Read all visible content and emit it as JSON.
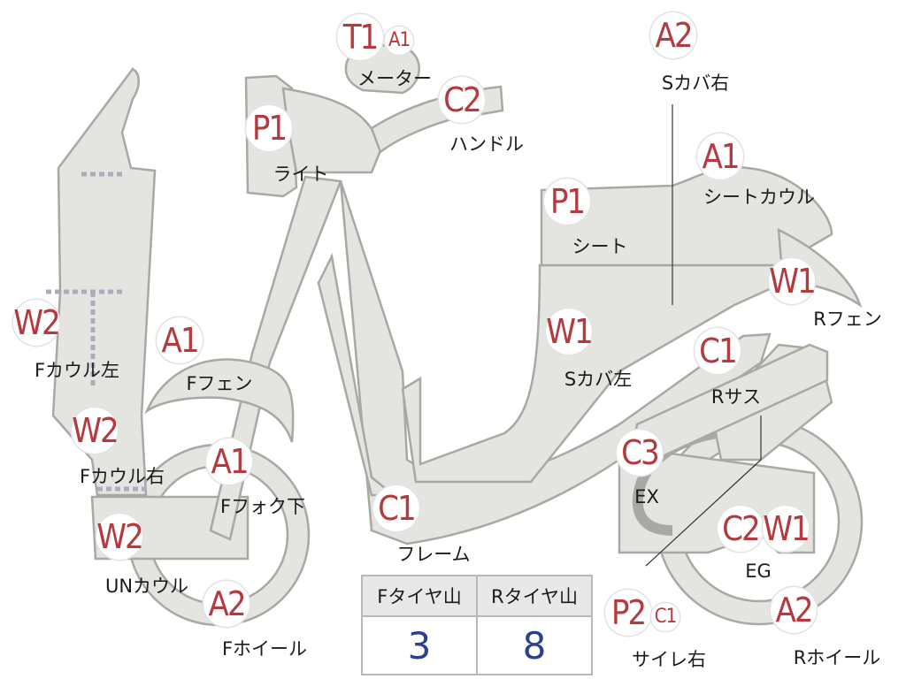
{
  "parts": [
    {
      "id": "front-fender",
      "code": "A1",
      "label": "Fフェン"
    },
    {
      "id": "fork-lower",
      "code": "A1",
      "label": "Fフォク下"
    },
    {
      "id": "front-wheel",
      "code": "A2",
      "label": "Fホイール"
    },
    {
      "id": "meter",
      "code": "T1",
      "code2": "A1",
      "label": "メーター"
    },
    {
      "id": "light",
      "code": "P1",
      "label": "ライト"
    },
    {
      "id": "handle",
      "code": "C2",
      "label": "ハンドル"
    },
    {
      "id": "cowl-left",
      "code": "W2",
      "label": "Fカウル左"
    },
    {
      "id": "cowl-right",
      "code": "W2",
      "label": "Fカウル右"
    },
    {
      "id": "under-cowl",
      "code": "W2",
      "label": "UNカウル"
    },
    {
      "id": "frame",
      "code": "C1",
      "label": "フレーム"
    },
    {
      "id": "side-cover-right",
      "code": "A2",
      "label": "Sカバ右"
    },
    {
      "id": "seat-cowl",
      "code": "A1",
      "label": "シートカウル"
    },
    {
      "id": "seat",
      "code": "P1",
      "label": "シート"
    },
    {
      "id": "side-cover-left",
      "code": "W1",
      "label": "Sカバ左"
    },
    {
      "id": "rear-fender",
      "code": "W1",
      "label": "Rフェン"
    },
    {
      "id": "rear-suspension",
      "code": "C1",
      "label": "Rサス"
    },
    {
      "id": "exhaust",
      "code": "C3",
      "label": "EX"
    },
    {
      "id": "engine",
      "code": "C2",
      "code2": "W1",
      "label": "EG"
    },
    {
      "id": "rear-wheel",
      "code": "A2",
      "label": "Rホイール"
    },
    {
      "id": "muffler-right",
      "code": "P2",
      "code2": "C1",
      "label": "サイレ右"
    }
  ],
  "tire_table": {
    "headers": [
      "Fタイヤ山",
      "Rタイヤ山"
    ],
    "values": [
      "3",
      "8"
    ]
  },
  "colors": {
    "code": "#b43a3f",
    "part_fill": "#e4e4e0",
    "part_stroke": "#a9a9a3",
    "tire_value": "#2a3f8f"
  }
}
